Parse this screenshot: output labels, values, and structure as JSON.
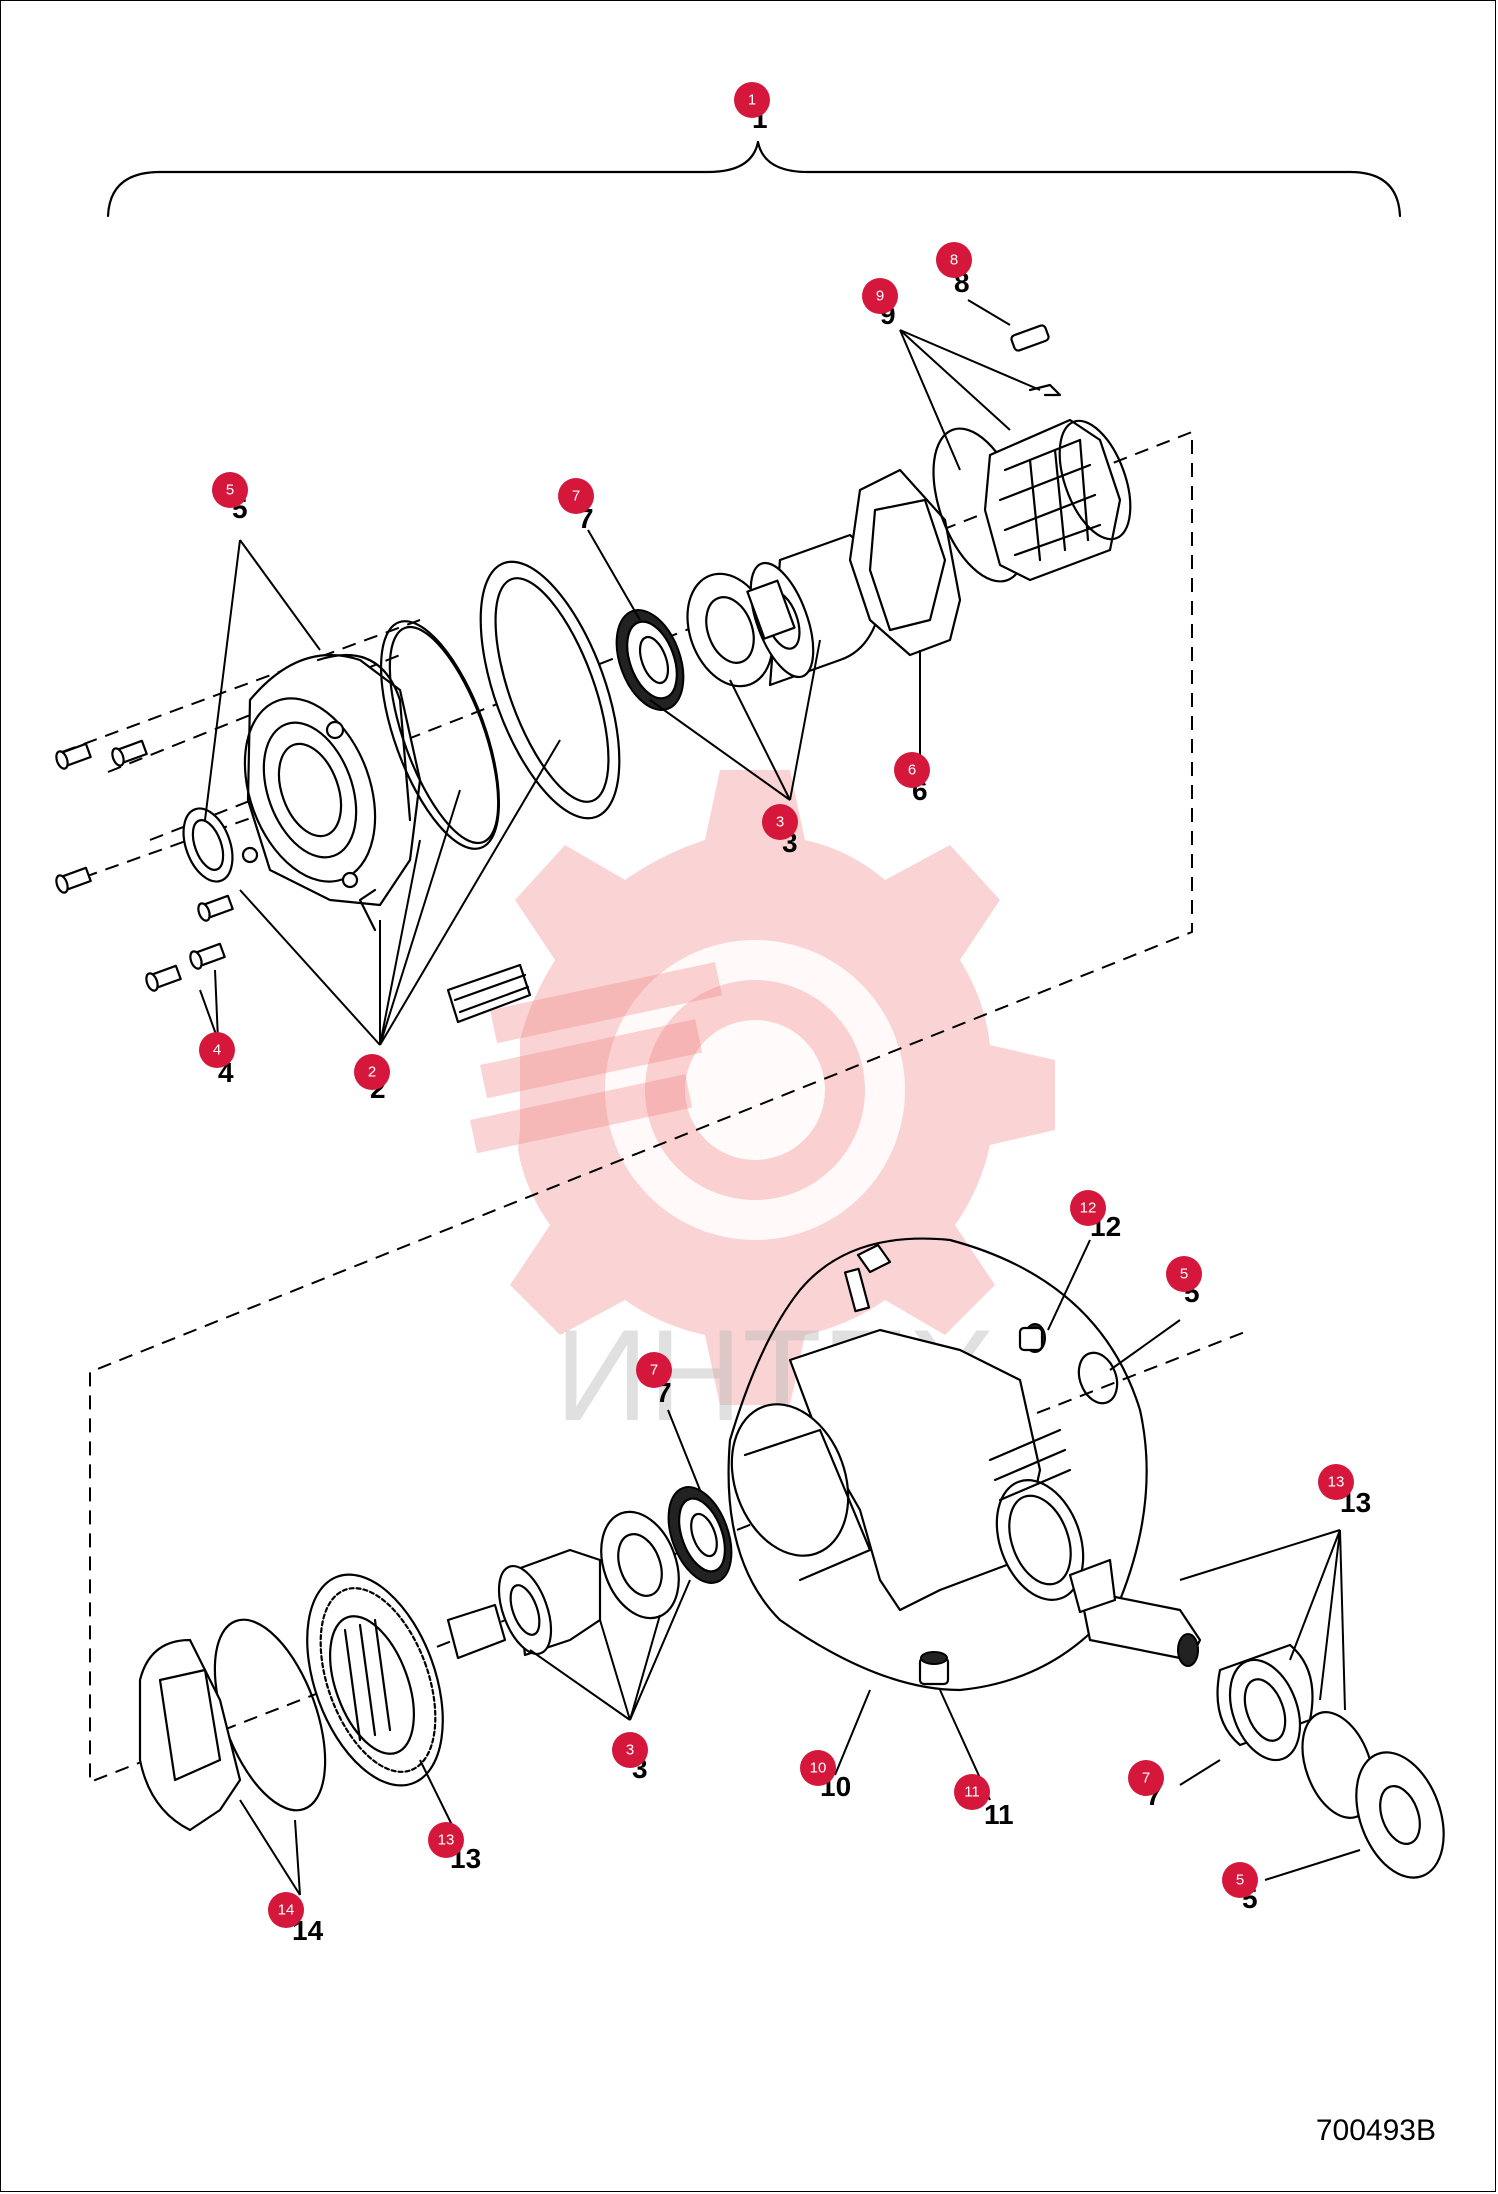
{
  "drawing_code": "700493B",
  "watermark_text": "ИНТЕХ",
  "callout_color": "#d4173a",
  "part_labels": [
    {
      "id": "l1",
      "text": "1"
    },
    {
      "id": "l2",
      "text": "2"
    },
    {
      "id": "l3a",
      "text": "3"
    },
    {
      "id": "l3b",
      "text": "3"
    },
    {
      "id": "l4",
      "text": "4"
    },
    {
      "id": "l5a",
      "text": "5"
    },
    {
      "id": "l5b",
      "text": "5"
    },
    {
      "id": "l5c",
      "text": "5"
    },
    {
      "id": "l6",
      "text": "6"
    },
    {
      "id": "l7a",
      "text": "7"
    },
    {
      "id": "l7b",
      "text": "7"
    },
    {
      "id": "l7c",
      "text": "7"
    },
    {
      "id": "l8",
      "text": "8"
    },
    {
      "id": "l9",
      "text": "9"
    },
    {
      "id": "l10",
      "text": "10"
    },
    {
      "id": "l11",
      "text": "11"
    },
    {
      "id": "l12",
      "text": "12"
    },
    {
      "id": "l13a",
      "text": "13"
    },
    {
      "id": "l13b",
      "text": "13"
    },
    {
      "id": "l14",
      "text": "14"
    }
  ]
}
